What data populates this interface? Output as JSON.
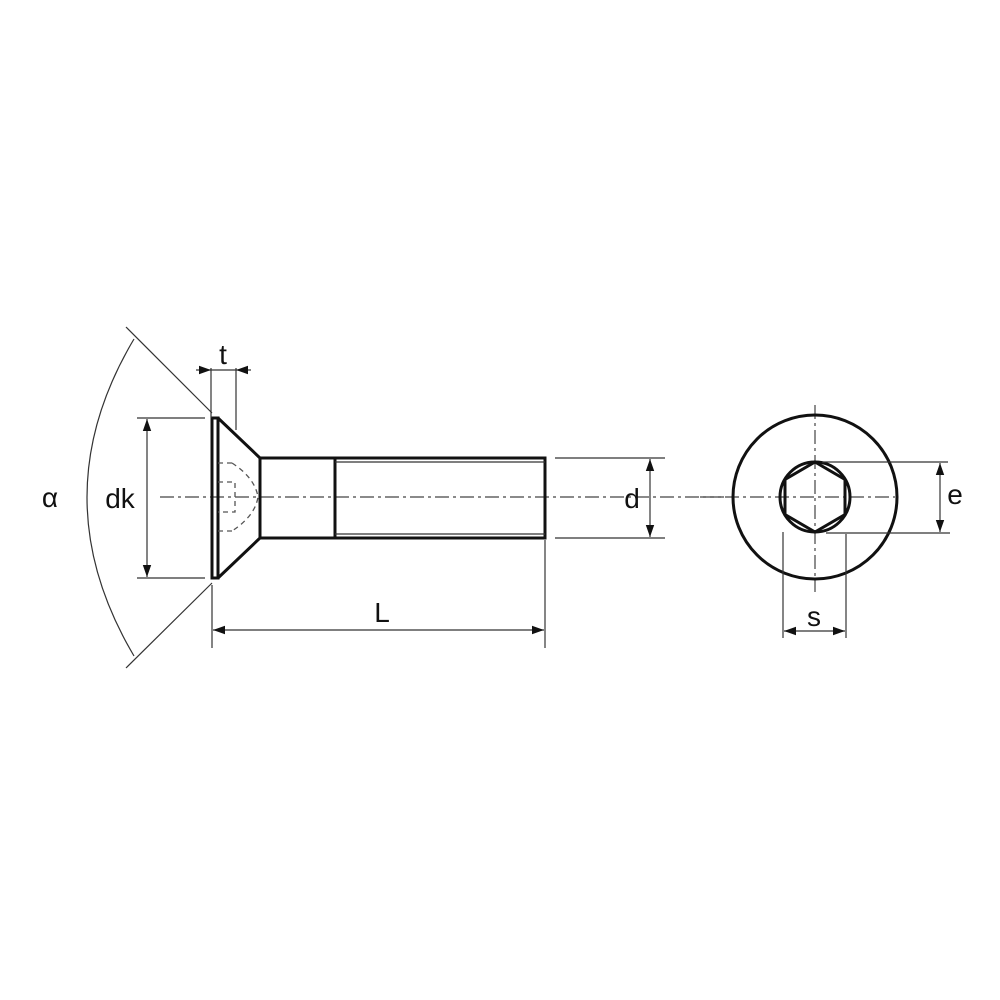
{
  "diagram": {
    "labels": {
      "angle": "α",
      "head_diameter": "dk",
      "socket_depth": "t",
      "length": "L",
      "thread_diameter": "d",
      "across_corners": "e",
      "across_flats": "s"
    }
  }
}
